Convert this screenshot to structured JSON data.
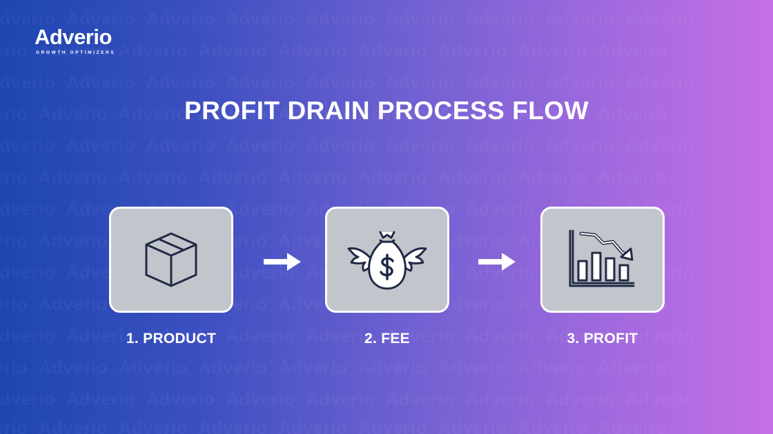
{
  "brand": {
    "name": "Adverio",
    "tagline": "GROWTH OPTIMIZERS"
  },
  "title": "PROFIT DRAIN PROCESS FLOW",
  "steps": [
    {
      "label": "1. PRODUCT",
      "icon": "box-icon"
    },
    {
      "label": "2. FEE",
      "icon": "money-bag-wings-icon"
    },
    {
      "label": "3. PROFIT",
      "icon": "declining-bar-chart-icon"
    }
  ],
  "colors": {
    "gradient_start": "#1c46b0",
    "gradient_end": "#c66fe6",
    "card_fill": "#c3c5cc",
    "icon_stroke": "#1f2a44"
  }
}
